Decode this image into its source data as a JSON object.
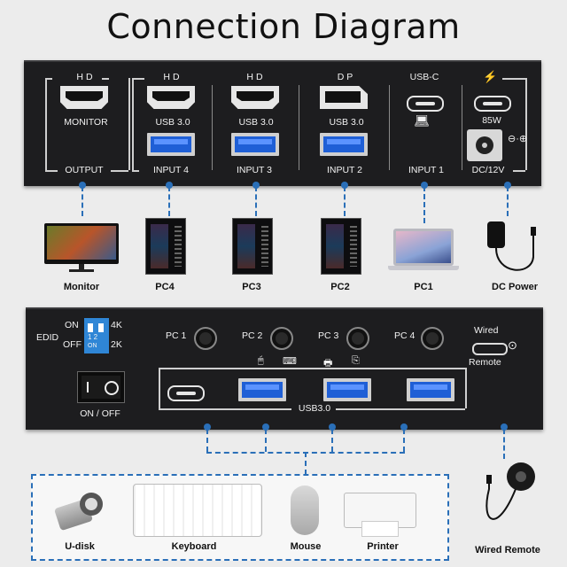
{
  "title": "Connection Diagram",
  "top_panel": {
    "headers": [
      "HD",
      "HD",
      "HD",
      "DP",
      "USB-C"
    ],
    "port_labels": [
      "MONITOR",
      "USB 3.0",
      "USB 3.0",
      "USB 3.0"
    ],
    "power_rating": "85W",
    "bottom_labels": [
      "OUTPUT",
      "INPUT 4",
      "INPUT 3",
      "INPUT 2",
      "INPUT 1",
      "DC/12V"
    ]
  },
  "devices_top": [
    "Monitor",
    "PC4",
    "PC3",
    "PC2",
    "PC1",
    "DC Power"
  ],
  "bottom_panel": {
    "edid_label": "EDID",
    "switch_on": "ON",
    "switch_off": "OFF",
    "res_4k": "4K",
    "res_2k": "2K",
    "dip_on": "ON",
    "dip_nums": "1 2",
    "power_switch_label": "ON / OFF",
    "pc_buttons": [
      "PC 1",
      "PC 2",
      "PC 3",
      "PC 4"
    ],
    "usb_label": "USB3.0",
    "wired_label": "Wired",
    "remote_label": "Remote"
  },
  "devices_bottom": [
    "U-disk",
    "Keyboard",
    "Mouse",
    "Printer"
  ],
  "wired_remote": "Wired Remote",
  "colors": {
    "panel": "#1d1d1f",
    "accent_blue": "#2a6fb8",
    "usb_blue": "#1f5fd6"
  }
}
